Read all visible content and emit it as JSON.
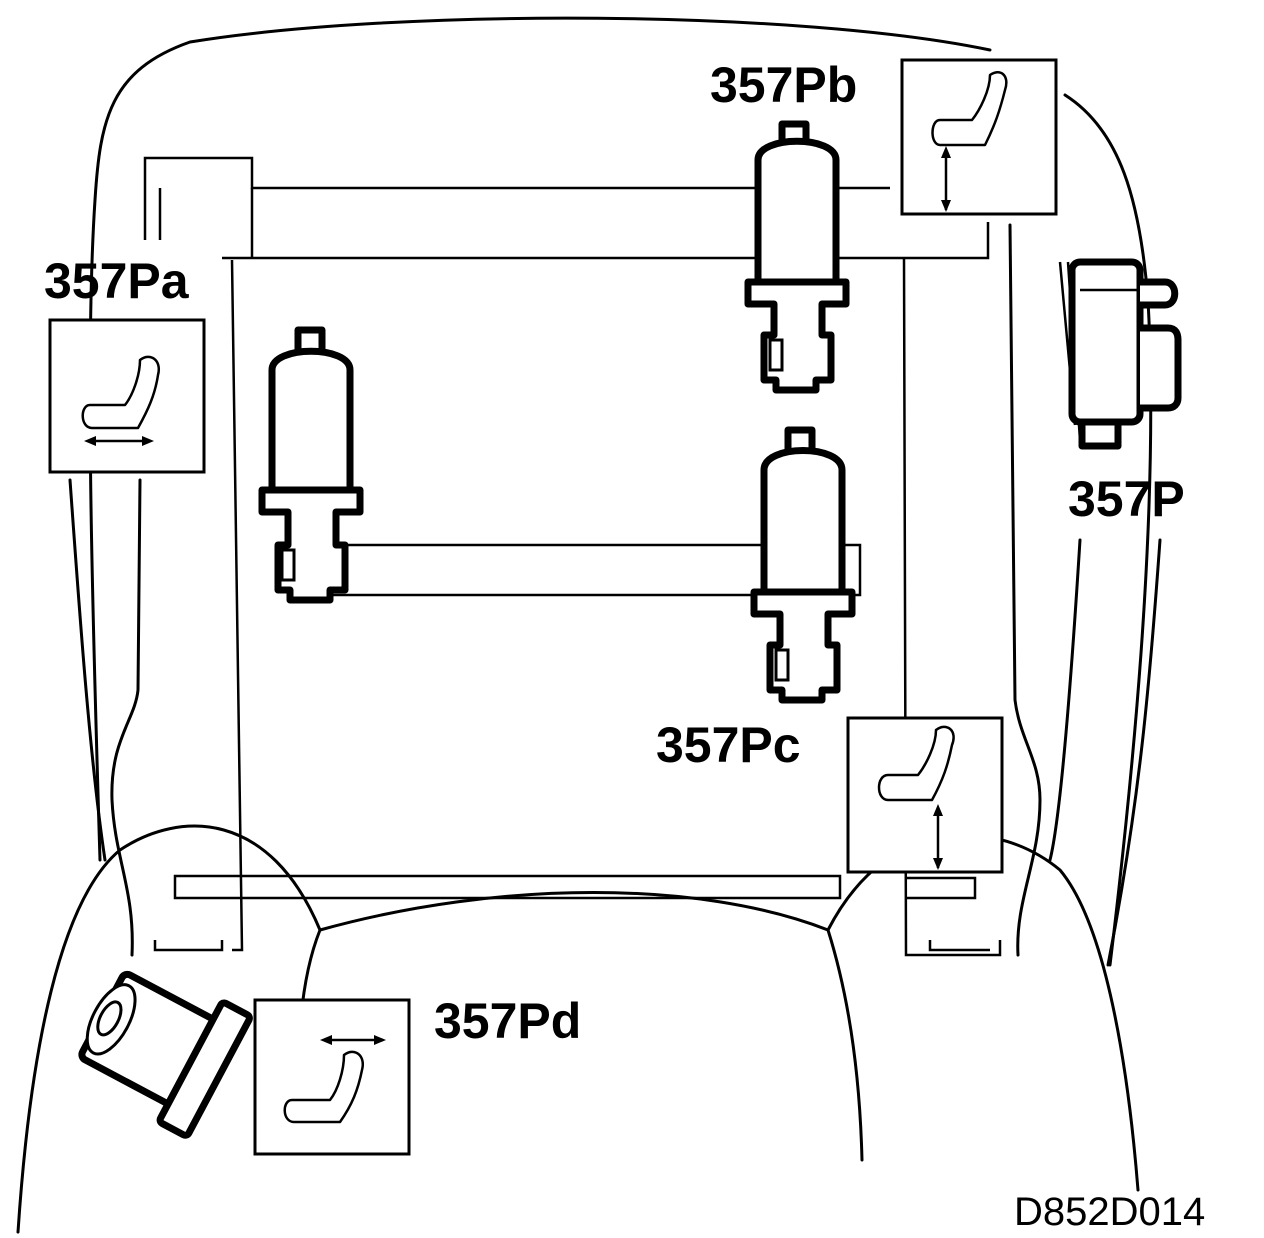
{
  "labels": {
    "motor_a": "357Pa",
    "motor_b": "357Pb",
    "motor_c": "357Pc",
    "motor_d": "357Pd",
    "switch": "357P"
  },
  "reference_code": "D852D014",
  "icons": {
    "motor_a": "seat-fore-aft-icon",
    "motor_b": "seat-height-front-icon",
    "motor_c": "seat-height-rear-icon",
    "motor_d": "seat-backrest-recline-icon"
  }
}
